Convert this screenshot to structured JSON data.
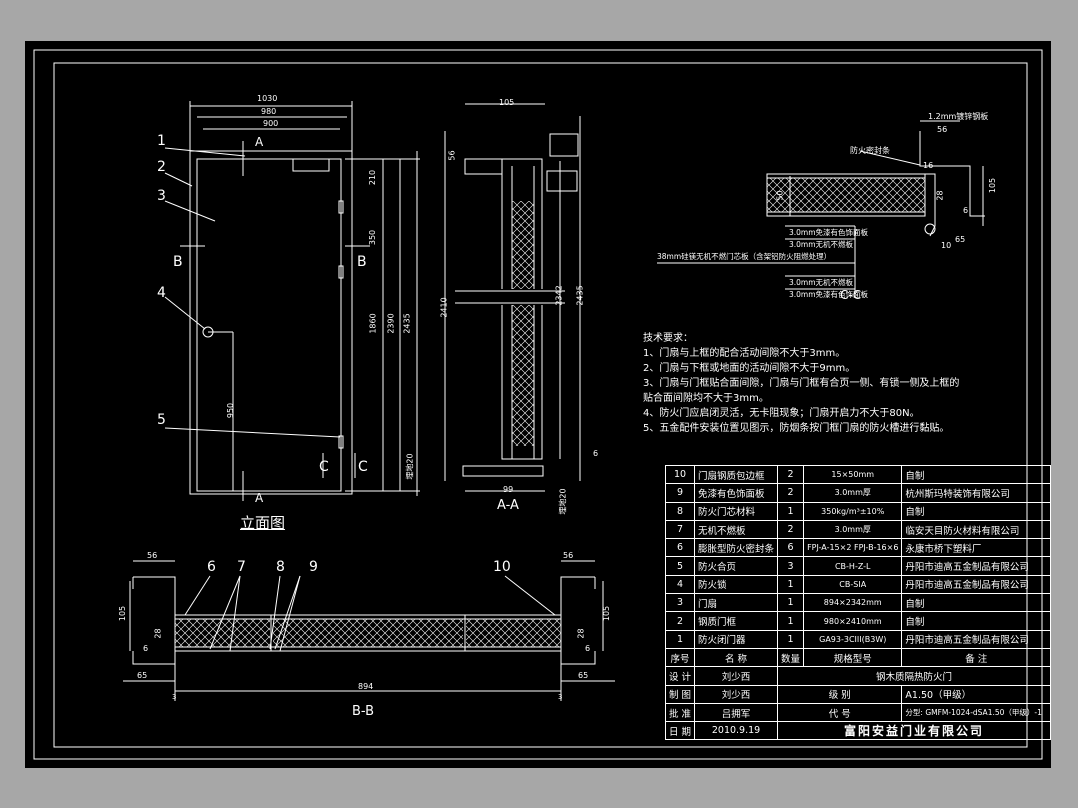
{
  "views": {
    "elevation": {
      "title": "立面图",
      "dims": [
        "1030",
        "980",
        "900",
        "210",
        "350",
        "1860",
        "2390",
        "2435",
        "950",
        "埋地20"
      ],
      "balloons": [
        "1",
        "2",
        "3",
        "4",
        "5"
      ],
      "section_marks": [
        "A",
        "A",
        "B",
        "B",
        "C",
        "C"
      ]
    },
    "section_aa": {
      "title": "A-A",
      "dims": [
        "105",
        "56",
        "2410",
        "2342",
        "2435",
        "99",
        "埋地20",
        "6"
      ]
    },
    "section_bb": {
      "title": "B-B",
      "dims": [
        "56",
        "56",
        "105",
        "105",
        "28",
        "28",
        "6",
        "6",
        "65",
        "65",
        "894",
        "3",
        "3"
      ],
      "balloons": [
        "6",
        "7",
        "8",
        "9",
        "10"
      ]
    },
    "section_cc": {
      "title": "C-C",
      "callouts": [
        "1.2mm镀锌钢板",
        "防火密封条",
        "3.0mm免漆有色饰面板",
        "3.0mm无机不燃板",
        "38mm硅镁无机不燃门芯板（含架铝防火阻燃处理）",
        "3.0mm无机不燃板",
        "3.0mm免漆有色饰面板"
      ],
      "dims": [
        "56",
        "16",
        "105",
        "50",
        "6",
        "65",
        "10",
        "28"
      ]
    }
  },
  "notes": {
    "heading": "技术要求：",
    "items": [
      "1、门扇与上框的配合活动间隙不大于3mm。",
      "2、门扇与下框或地面的活动间隙不大于9mm。",
      "3、门扇与门框贴合面间隙，门扇与门框有合页一侧、有锁一侧及上框的",
      "贴合面间隙均不大于3mm。",
      "4、防火门应启闭灵活，无卡阻现象；门扇开启力不大于80N。",
      "5、五金配件安装位置见图示，防烟条按门框门扇的防火槽进行黏贴。"
    ]
  },
  "parts": [
    {
      "no": "10",
      "name": "门扇钢质包边框",
      "qty": "2",
      "spec": "15×50mm",
      "note": "自制"
    },
    {
      "no": "9",
      "name": "免漆有色饰面板",
      "qty": "2",
      "spec": "3.0mm厚",
      "note": "杭州斯玛特装饰有限公司"
    },
    {
      "no": "8",
      "name": "防火门芯材料",
      "qty": "1",
      "spec": "350kg/m³±10%",
      "note": "自制"
    },
    {
      "no": "7",
      "name": "无机不燃板",
      "qty": "2",
      "spec": "3.0mm厚",
      "note": "临安天目防火材料有限公司"
    },
    {
      "no": "6",
      "name": "膨胀型防火密封条",
      "qty": "6",
      "spec": "FPJ-A-15×2 FPJ-B-16×6",
      "note": "永康市桥下塑料厂"
    },
    {
      "no": "5",
      "name": "防火合页",
      "qty": "3",
      "spec": "CB-H-Z-L",
      "note": "丹阳市迪高五金制品有限公司"
    },
    {
      "no": "4",
      "name": "防火锁",
      "qty": "1",
      "spec": "CB-SIA",
      "note": "丹阳市迪高五金制品有限公司"
    },
    {
      "no": "3",
      "name": "门扇",
      "qty": "1",
      "spec": "894×2342mm",
      "note": "自制"
    },
    {
      "no": "2",
      "name": "钢质门框",
      "qty": "1",
      "spec": "980×2410mm",
      "note": "自制"
    },
    {
      "no": "1",
      "name": "防火闭门器",
      "qty": "1",
      "spec": "GA93-3CIII(B3W)",
      "note": "丹阳市迪高五金制品有限公司"
    }
  ],
  "parts_header": {
    "no": "序号",
    "name": "名  称",
    "qty": "数量",
    "spec": "规格型号",
    "note": "备  注"
  },
  "title_block": {
    "design_label": "设 计",
    "design_name": "刘少西",
    "draw_label": "制 图",
    "draw_name": "刘少西",
    "approve_label": "批 准",
    "approve_name": "吕拥军",
    "date_label": "日 期",
    "date_value": "2010.9.19",
    "grade_label": "级 别",
    "grade_value": "A1.50（甲级）",
    "code_label": "代 号",
    "code_value": "分型: GMFM-1024-dSA1.50（甲级）-1",
    "product_title": "钢木质隔热防火门",
    "company": "富阳安益门业有限公司"
  },
  "colors": {
    "background": "#a7a7a7",
    "sheet": "#000000",
    "line": "#ffffff"
  }
}
